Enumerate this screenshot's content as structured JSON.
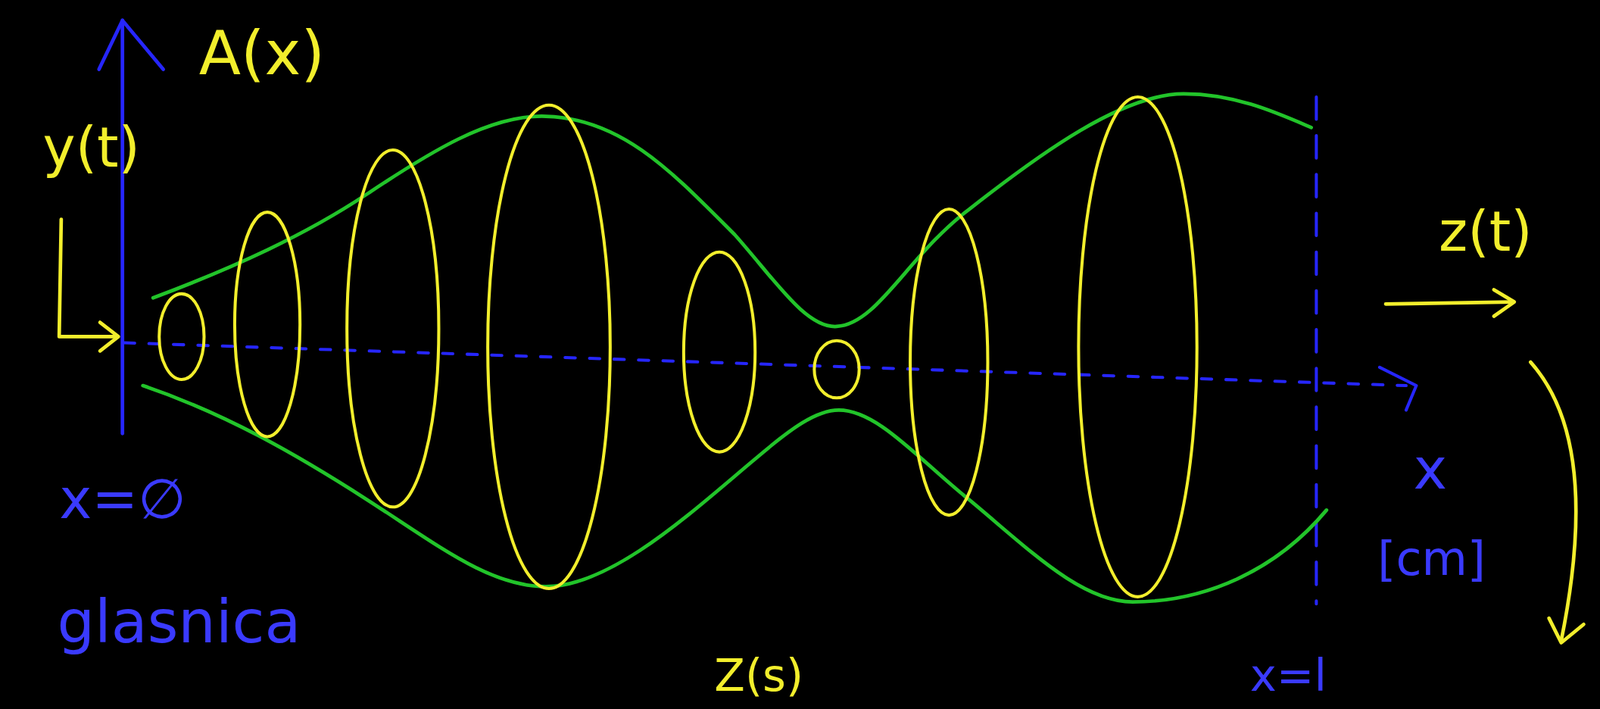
{
  "diagram": {
    "labels": [
      "A(x)",
      "y(t)",
      "z(t)",
      "x=∅",
      "x",
      "[cm]",
      "glasnica",
      "Z(s)",
      "x=l"
    ]
  }
}
